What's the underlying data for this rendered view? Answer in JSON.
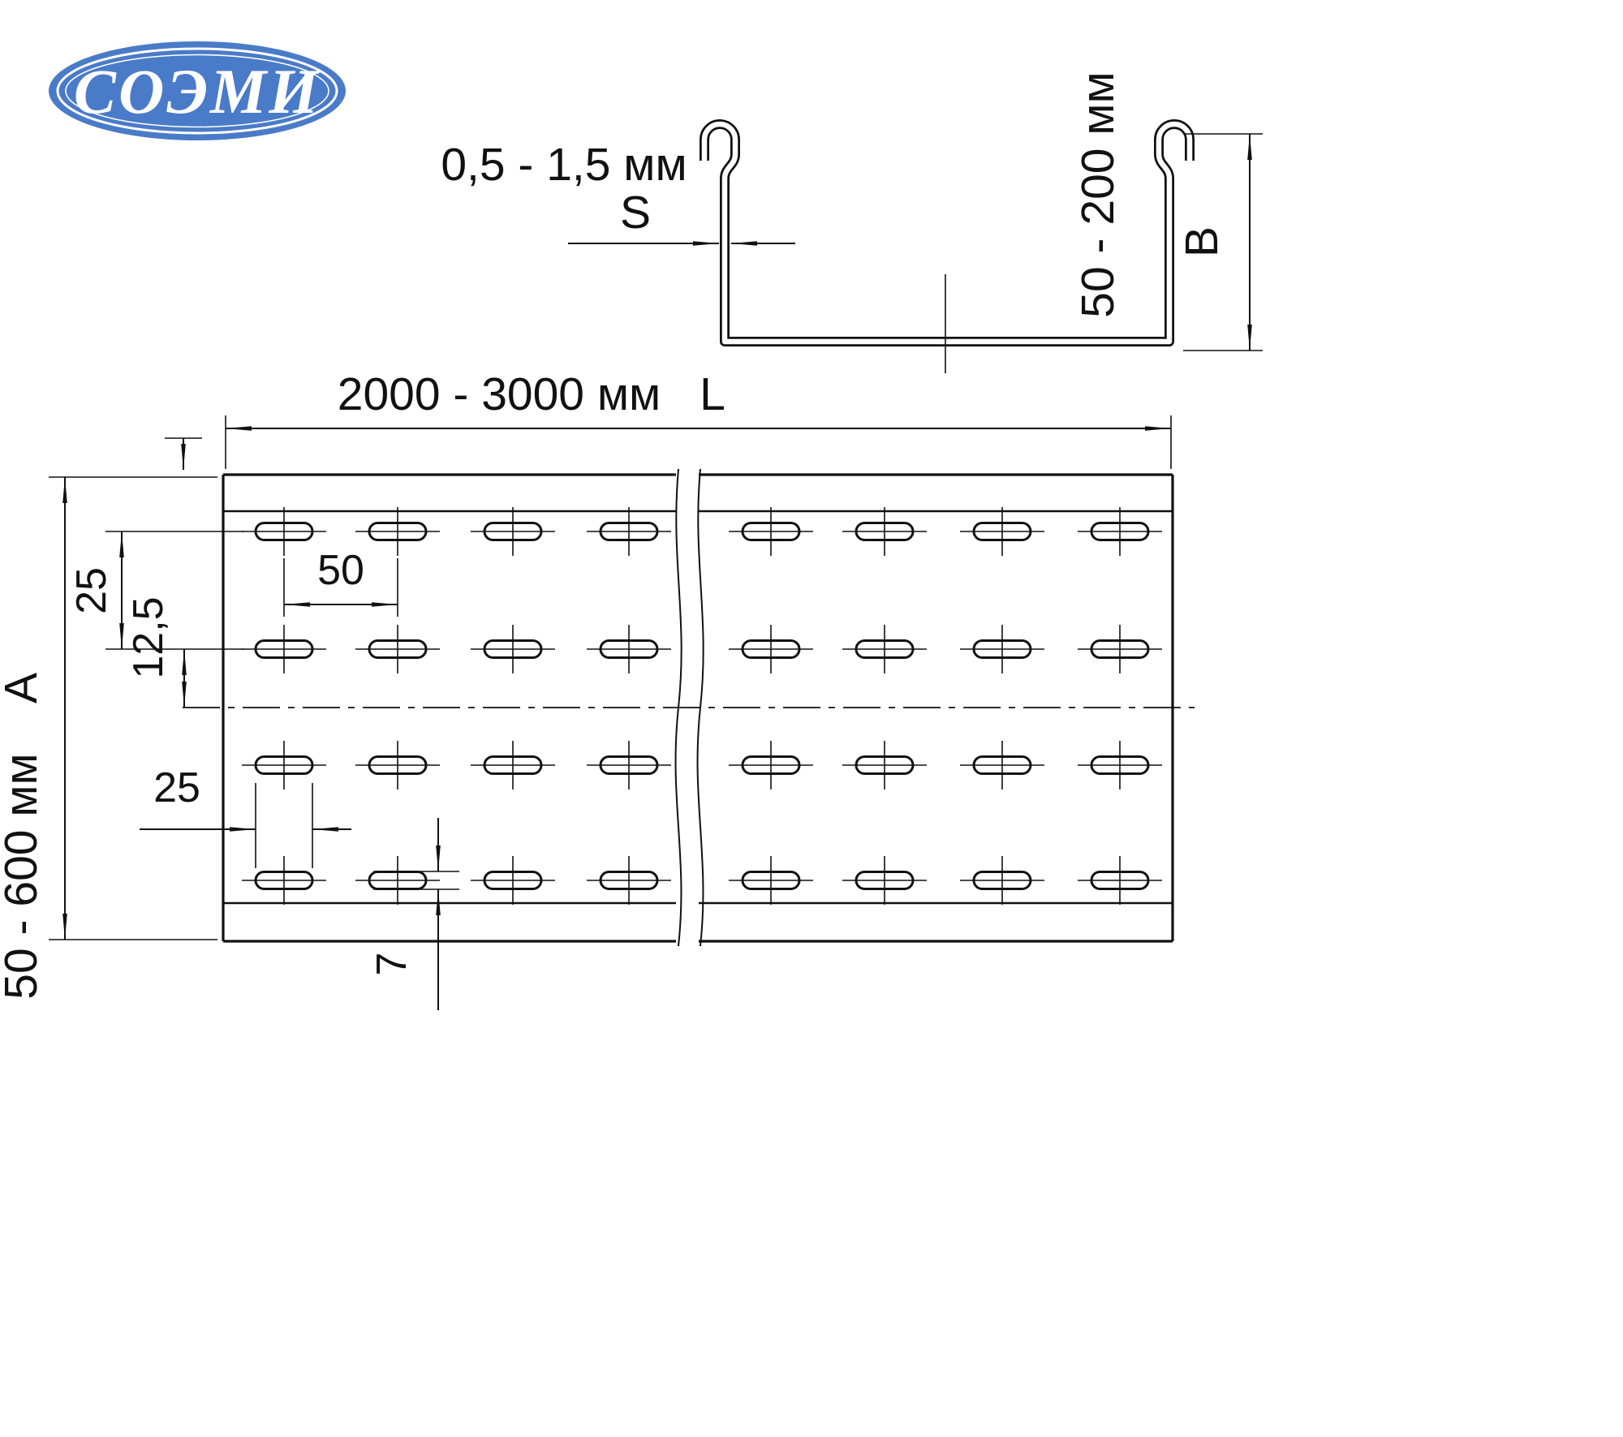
{
  "logo": {
    "text": "СОЭМИ"
  },
  "profile_view": {
    "thickness_range": "0,5 - 1,5 мм",
    "thickness_symbol": "S",
    "height_range": "50 - 200 мм",
    "height_symbol": "B"
  },
  "plan_view": {
    "length_range": "2000 - 3000 мм",
    "length_symbol": "L",
    "width_range": "50 - 600 мм",
    "width_symbol": "А",
    "dim_row_spacing": "25",
    "dim_row_offset": "12,5",
    "dim_hole_pitch": "50",
    "dim_slot_length": "25",
    "dim_slot_width": "7"
  },
  "colors": {
    "logo_blue": "#4a7bc8",
    "line": "#111111",
    "background": "#ffffff"
  }
}
